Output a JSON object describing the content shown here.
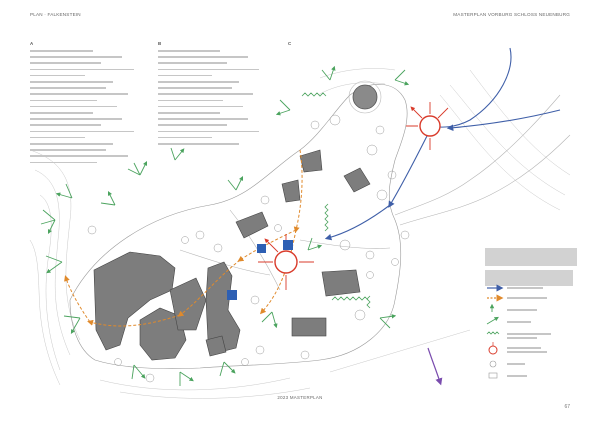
{
  "header": {
    "left": "PLAN · FALKENSTEIN",
    "right": "MASTERPLAN VORBURG SCHLOSS NEUENBURG"
  },
  "lists": {
    "col_a": "A",
    "col_b": "B",
    "col_c": "C",
    "col_a_items": 19,
    "col_b_items": 16
  },
  "caption": "2023 MASTERPLAN",
  "page_number": "67",
  "colors": {
    "building": "#7d7d7d",
    "building_dark": "#555555",
    "route_blue": "#3f5fa8",
    "route_orange": "#e08a2c",
    "hazard_red": "#d93b2b",
    "vegetation": "#4ba35e",
    "purple": "#7a4cae"
  }
}
